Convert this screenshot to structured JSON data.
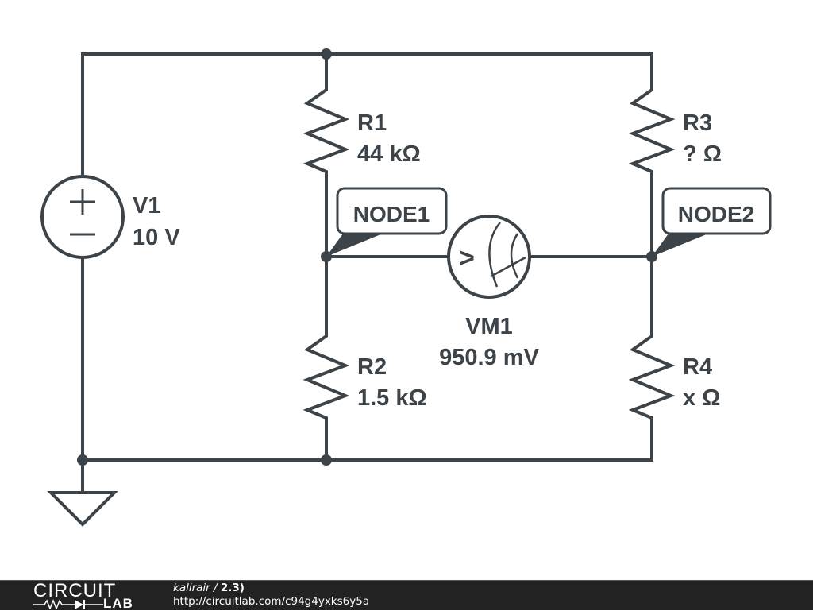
{
  "schematic": {
    "components": {
      "V1": {
        "name": "V1",
        "value": "10 V",
        "type": "voltage-source"
      },
      "R1": {
        "name": "R1",
        "value": "44 kΩ",
        "type": "resistor"
      },
      "R2": {
        "name": "R2",
        "value": "1.5 kΩ",
        "type": "resistor"
      },
      "R3": {
        "name": "R3",
        "value": "? Ω",
        "type": "resistor"
      },
      "R4": {
        "name": "R4",
        "value": "x Ω",
        "type": "resistor"
      },
      "VM1": {
        "name": "VM1",
        "value": "950.9 mV",
        "type": "voltmeter",
        "glyph": ">"
      }
    },
    "nodes": {
      "node1": "NODE1",
      "node2": "NODE2"
    },
    "source_signs": {
      "plus": "+",
      "minus": "−"
    },
    "colors": {
      "ink": "#3d4449",
      "background": "#ffffff",
      "footer": "#222222"
    }
  },
  "footer": {
    "logo_top": "CIRCUIT",
    "logo_bottom": "LAB",
    "author": "kalirair",
    "separator": " / ",
    "title": "2.3)",
    "url": "http://circuitlab.com/c94g4yxks6y5a"
  }
}
